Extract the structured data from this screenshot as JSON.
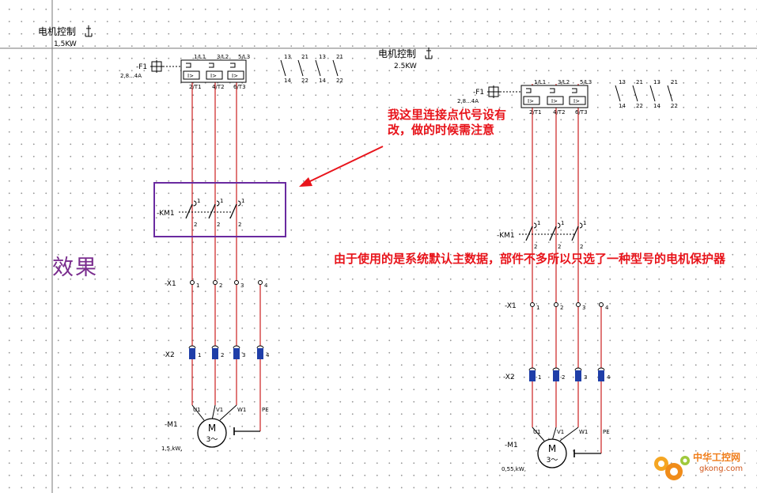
{
  "left_circuit": {
    "title": "电机控制",
    "power": "1.5KW",
    "breaker_tag": "-F1",
    "breaker_range": "2,8...4A",
    "top_terminals": [
      "1/L1",
      "3/L2",
      "5/L3"
    ],
    "bottom_terminals": [
      "2/T1",
      "4/T2",
      "6/T3"
    ],
    "aux_contacts": [
      {
        "top": "13",
        "bottom": "14"
      },
      {
        "top": "21",
        "bottom": "22"
      },
      {
        "top": "13",
        "bottom": "14"
      },
      {
        "top": "21",
        "bottom": "22"
      }
    ],
    "contactor_tag": "-KM1",
    "contactor_top": [
      "1",
      "1",
      "1"
    ],
    "contactor_bottom": [
      "2",
      "2",
      "2"
    ],
    "terminal_x1_tag": "-X1",
    "terminal_x1": [
      "1",
      "2",
      "3",
      "4"
    ],
    "terminal_x2_tag": "-X2",
    "terminal_x2": [
      "1",
      "2",
      "3",
      "4"
    ],
    "motor_terminals": [
      "U1",
      "V1",
      "W1",
      "PE"
    ],
    "motor_tag": "-M1",
    "motor_letter": "M",
    "motor_phase": "3～",
    "motor_power": "1,5,kW,"
  },
  "right_circuit": {
    "title": "电机控制",
    "power": "2.5KW",
    "breaker_tag": "-F1",
    "breaker_range": "2,8...4A",
    "top_terminals": [
      "1/L1",
      "3/L2",
      "5/L3"
    ],
    "bottom_terminals": [
      "2/T1",
      "4/T2",
      "6/T3"
    ],
    "aux_contacts": [
      {
        "top": "13",
        "bottom": "14"
      },
      {
        "top": "21",
        "bottom": "22"
      },
      {
        "top": "13",
        "bottom": "14"
      },
      {
        "top": "21",
        "bottom": "22"
      }
    ],
    "contactor_tag": "-KM1",
    "contactor_top": [
      "1",
      "1",
      "1"
    ],
    "contactor_bottom": [
      "2",
      "2",
      "2"
    ],
    "terminal_x1_tag": "-X1",
    "terminal_x1": [
      "1",
      "2",
      "3",
      "4"
    ],
    "terminal_x2_tag": "-X2",
    "terminal_x2": [
      "1",
      "2",
      "3",
      "4"
    ],
    "motor_terminals": [
      "U1",
      "V1",
      "W1",
      "PE"
    ],
    "motor_tag": "-M1",
    "motor_letter": "M",
    "motor_phase": "3～",
    "motor_power": "0,55,kW,"
  },
  "annotations": {
    "note_contacts": "我这里连接点代号设有改，做的时候需注意",
    "note_database": "由于使用的是系统默认主数据，部件不多所以只选了一种型号的电机保护器",
    "effect_label": "效果"
  },
  "watermark": {
    "name": "中华工控网",
    "url": "gkong.com"
  },
  "colors": {
    "wire": "#cc2020",
    "highlight_box": "#6a2aa0",
    "annotation": "#e8141b",
    "terminal_fill": "#1f3ea8",
    "effect_label": "#7a2d8e"
  }
}
